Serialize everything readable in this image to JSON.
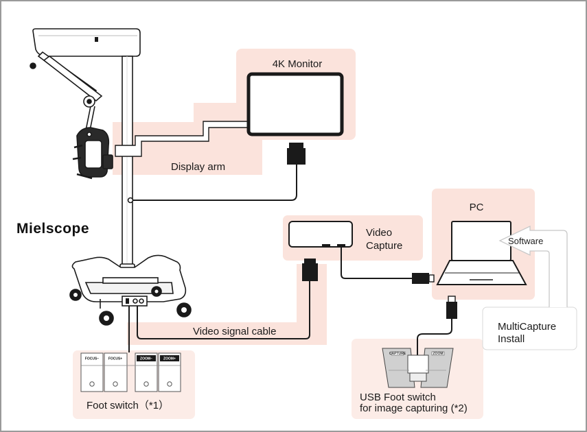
{
  "labels": {
    "monitor": "4K Monitor",
    "display_arm": "Display arm",
    "brand": "Mielscope",
    "video_capture_line1": "Video",
    "video_capture_line2": "Capture",
    "pc": "PC",
    "software": "Software",
    "multicapture_line1": "MultiCapture",
    "multicapture_line2": "Install",
    "video_signal_cable": "Video signal cable",
    "foot_switch": "Foot switch（*1）",
    "usb_foot_switch_line1": "USB Foot switch",
    "usb_foot_switch_line2": "for image capturing (*2)"
  },
  "foot_switch_keys": [
    "FOCUS−",
    "FOCUS+",
    "ZOOM−",
    "ZOOM+"
  ],
  "usb_pedal_keys": [
    "CAPTURE",
    "ZOOM"
  ],
  "colors": {
    "highlight": "#fbe3dc",
    "highlight_light": "#fcece7",
    "line": "#1a1a1a",
    "frame": "#9a9a9a"
  }
}
